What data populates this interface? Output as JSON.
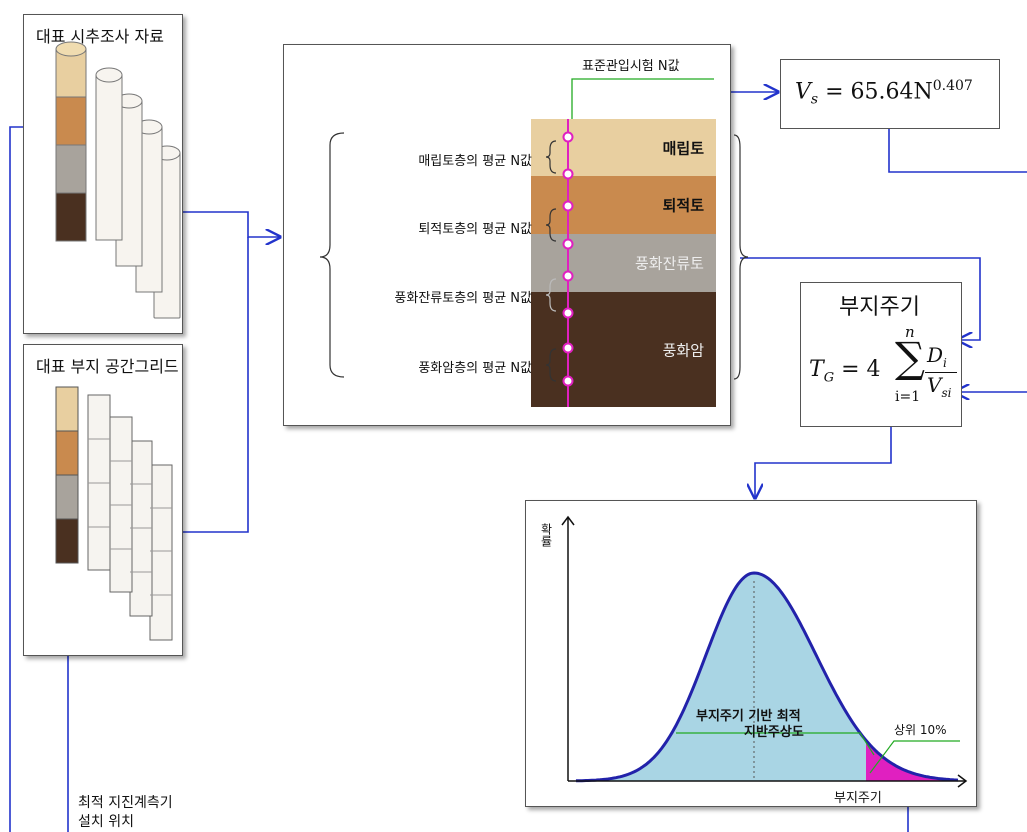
{
  "survey_panel": {
    "title": "대표 시추조사 자료"
  },
  "grid_panel": {
    "title": "대표 부지 공간그리드"
  },
  "sensor_label": {
    "line1": "최적 지진계측기",
    "line2": "설치 위치"
  },
  "profile": {
    "spt_label": "표준관입시험 N값",
    "layers": [
      {
        "name": "매립토",
        "avg_label": "매립토층의 평균 N값",
        "color": "#e8cfa0"
      },
      {
        "name": "퇴적토",
        "avg_label": "퇴적토층의 평균 N값",
        "color": "#c98a4e"
      },
      {
        "name": "풍화잔류토",
        "avg_label": "풍화잔류토층의 평균 N값",
        "color": "#a8a39c"
      },
      {
        "name": "풍화암",
        "avg_label": "풍화암층의 평균 N값",
        "color": "#5a3a22"
      }
    ]
  },
  "vs_formula": {
    "lhs": "V",
    "lhs_sub": "s",
    "eq": " = 65.64N",
    "exp": "0.407"
  },
  "period_box": {
    "title": "부지주기",
    "T": "T",
    "T_sub": "G",
    "eq": " = 4",
    "sum_top": "n",
    "sum_bottom": "i=1",
    "num": "D",
    "num_sub": "i",
    "den": "V",
    "den_sub": "si"
  },
  "distribution": {
    "y_label": "확률",
    "x_label": "부지주기",
    "center_label_1": "부지주기 기반 최적",
    "center_label_2": "지반주상도",
    "tail_label": "상위 10%",
    "fill_color": "#a9d5e4",
    "curve_color": "#2222aa",
    "tail_color": "#e020c0"
  }
}
